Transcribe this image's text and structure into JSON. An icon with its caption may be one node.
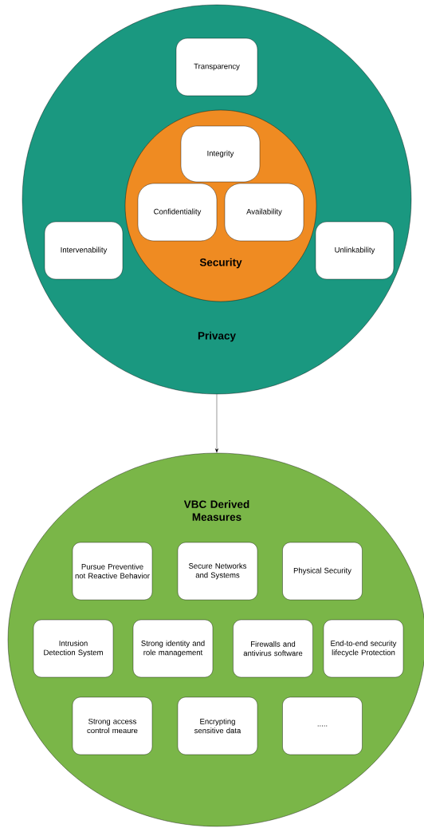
{
  "diagram": {
    "nodes": [
      {
        "text": [
          "Privacy"
        ]
      },
      {
        "text": [
          "Transparency"
        ],
        "in": 0
      },
      {
        "text": [
          "Security"
        ],
        "in": 0
      },
      {
        "text": [
          "Integrity"
        ],
        "in": 2
      },
      {
        "text": [
          "Confidentiality"
        ],
        "in": 2
      },
      {
        "text": [
          "Availability"
        ],
        "in": 2
      },
      {
        "text": [
          "Intervenability"
        ],
        "in": 0
      },
      {
        "text": [
          "Unlinkability"
        ],
        "in": 0
      },
      {
        "text": [
          "VBC Derived Measures"
        ]
      },
      {
        "text": [
          "Pursue Preventive not Reactive Behavior"
        ],
        "in": 8
      },
      {
        "text": [
          "Secure Networks and Systems"
        ],
        "in": 8
      },
      {
        "text": [
          "Physical Security"
        ],
        "in": 8
      },
      {
        "text": [
          "Intrusion Detection System"
        ],
        "in": 8
      },
      {
        "text": [
          "Strong identity and role management"
        ],
        "in": 8
      },
      {
        "text": [
          "Firewalls and antivirus software"
        ],
        "in": 8
      },
      {
        "text": [
          "End-to-end security lifecycle Protection"
        ],
        "in": 8
      },
      {
        "text": [
          "Strong access control meaure"
        ],
        "in": 8
      },
      {
        "text": [
          "Encrypting sensitive data"
        ],
        "in": 8
      },
      {
        "text": [
          "....."
        ],
        "in": 8
      }
    ],
    "edges": [
      {
        "from": 0,
        "to": 8,
        "arrow": "to"
      }
    ]
  }
}
